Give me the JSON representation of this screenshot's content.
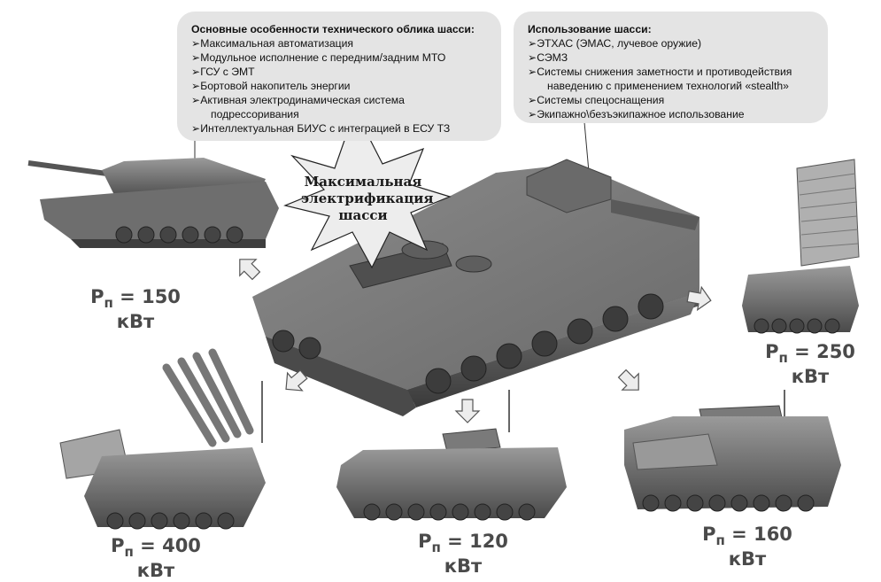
{
  "features": {
    "title": "Основные особенности технического облика шасси:",
    "items": [
      "Максимальная автоматизация",
      "Модульное исполнение с передним/задним МТО",
      "ГСУ с ЭМТ",
      "Бортовой накопитель энергии",
      "Активная электродинамическая система",
      "Интеллектуальная БИУС с интеграцией в ЕСУ ТЗ"
    ],
    "item_continuation": "подрессоривания"
  },
  "usage": {
    "title": "Использование шасси:",
    "items": [
      "ЭТХАС (ЭМАС, лучевое оружие)",
      "СЭМЗ",
      "Системы снижения заметности и противодействия",
      "Системы спецоснащения",
      "Экипажно\\безъэкипажное использование"
    ],
    "item_continuation": "наведению с применением технологий «stealth»"
  },
  "star": {
    "lines": [
      "Максимальная",
      "электрификация",
      "шасси"
    ]
  },
  "power_labels": {
    "symbol": "P",
    "subscript": "п",
    "tank": {
      "value": "= 150",
      "unit": "кВт"
    },
    "radar": {
      "value": "= 250",
      "unit": "кВт"
    },
    "sam": {
      "value": "= 400",
      "unit": "кВт"
    },
    "ifv": {
      "value": "= 120",
      "unit": "кВт"
    },
    "recovery": {
      "value": "= 160",
      "unit": "кВт"
    }
  }
}
